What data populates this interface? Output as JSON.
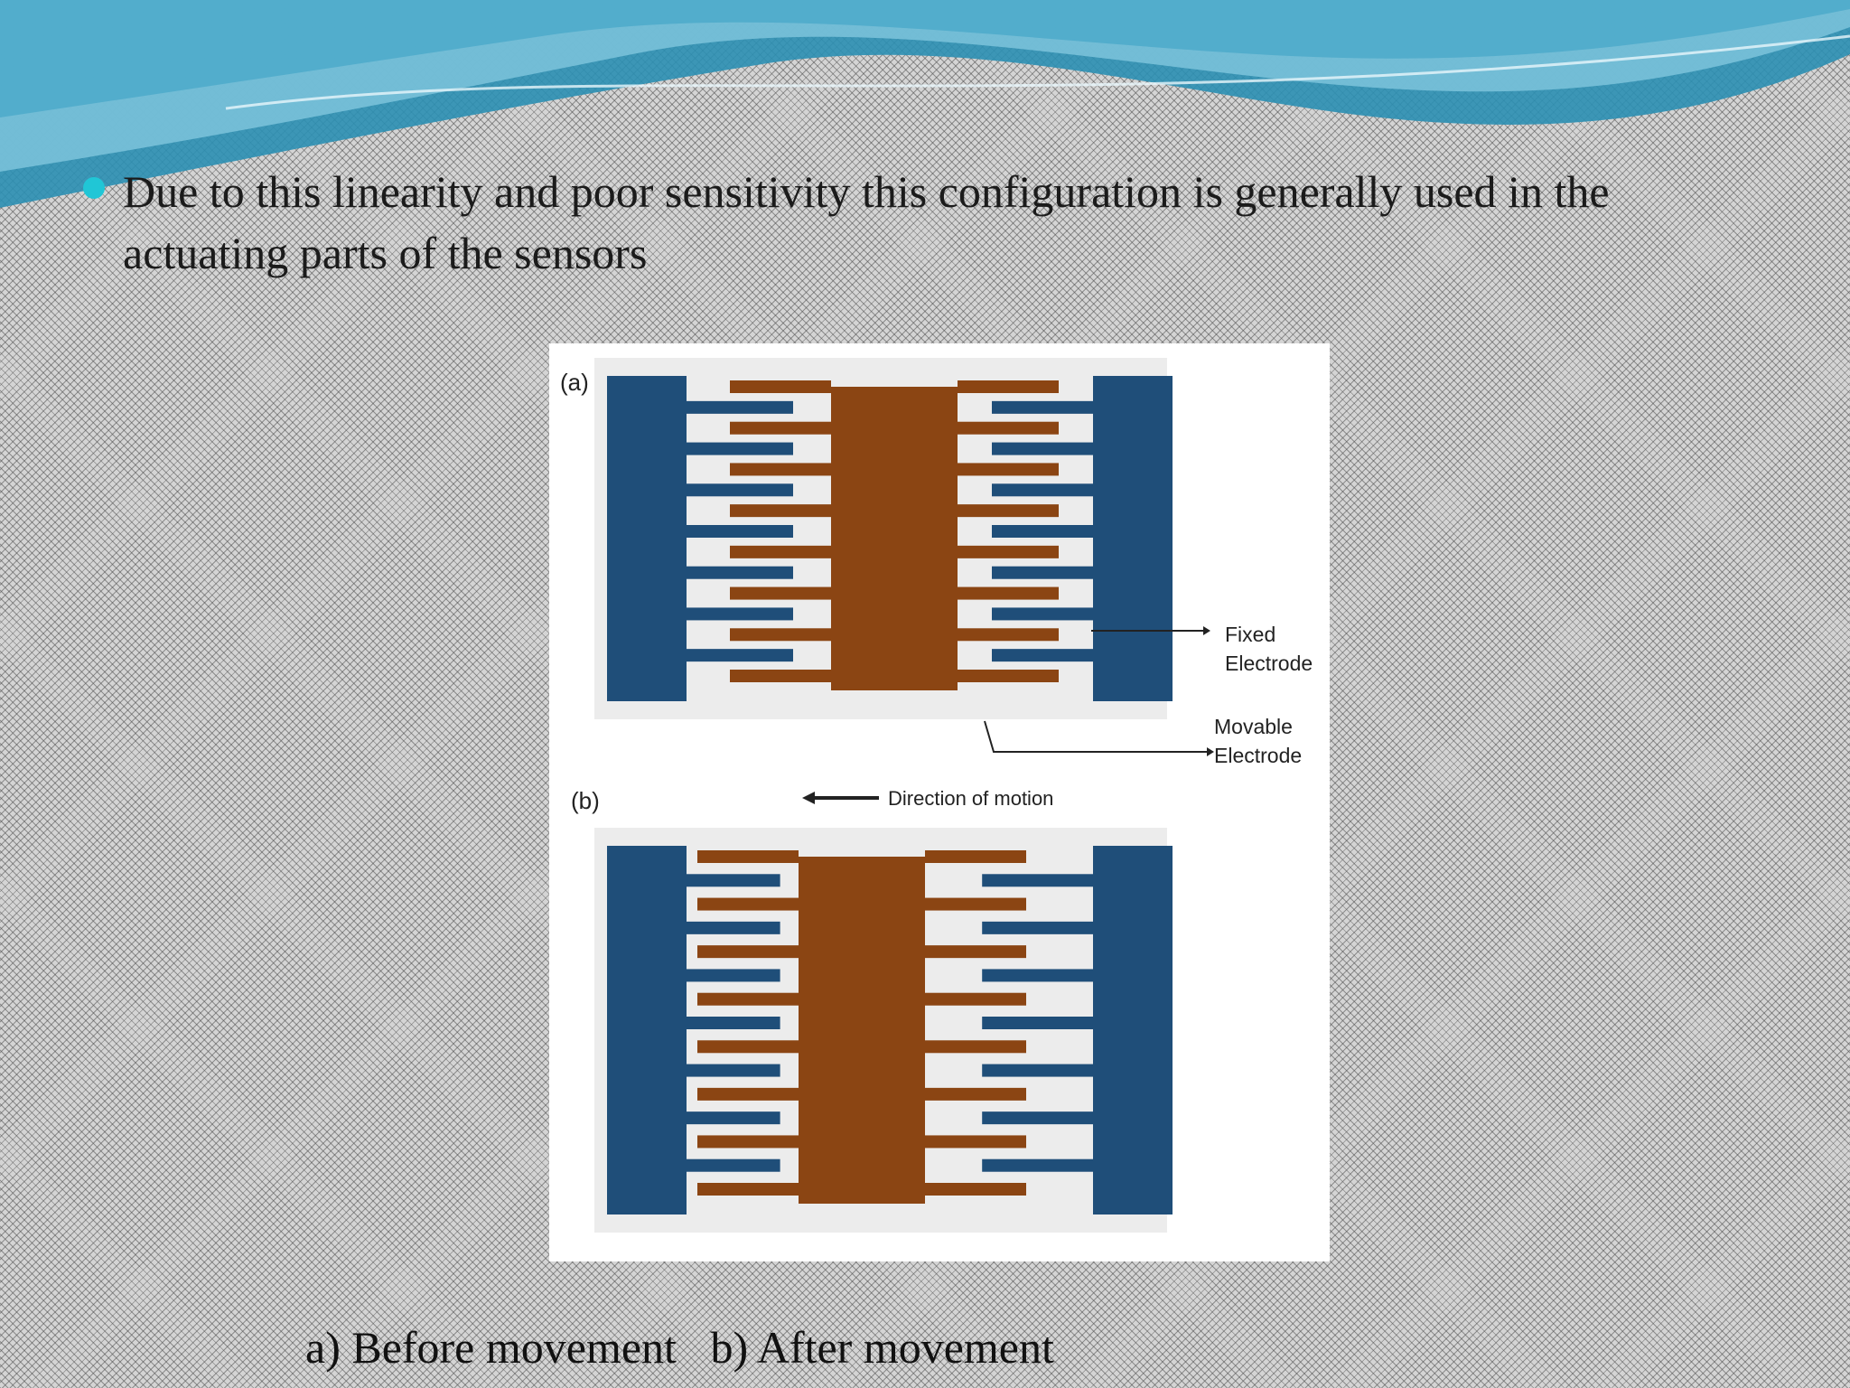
{
  "slide": {
    "bullet_text": "Due to this linearity and poor sensitivity this configuration is generally used in the actuating parts of the sensors",
    "caption": "a) Before movement   b) After movement"
  },
  "figure": {
    "panel_a_label": "(a)",
    "panel_b_label": "(b)",
    "fixed_label_1": "Fixed",
    "fixed_label_2": "Electrode",
    "movable_label_1": "Movable",
    "movable_label_2": "Electrode",
    "direction_label": "Direction of motion"
  },
  "colors": {
    "fixed_electrode": "#1f4e79",
    "movable_electrode": "#8b4513",
    "bullet": "#20c6d6",
    "wave_dark": "#2b8fb3",
    "wave_light": "#7cc4dc"
  }
}
